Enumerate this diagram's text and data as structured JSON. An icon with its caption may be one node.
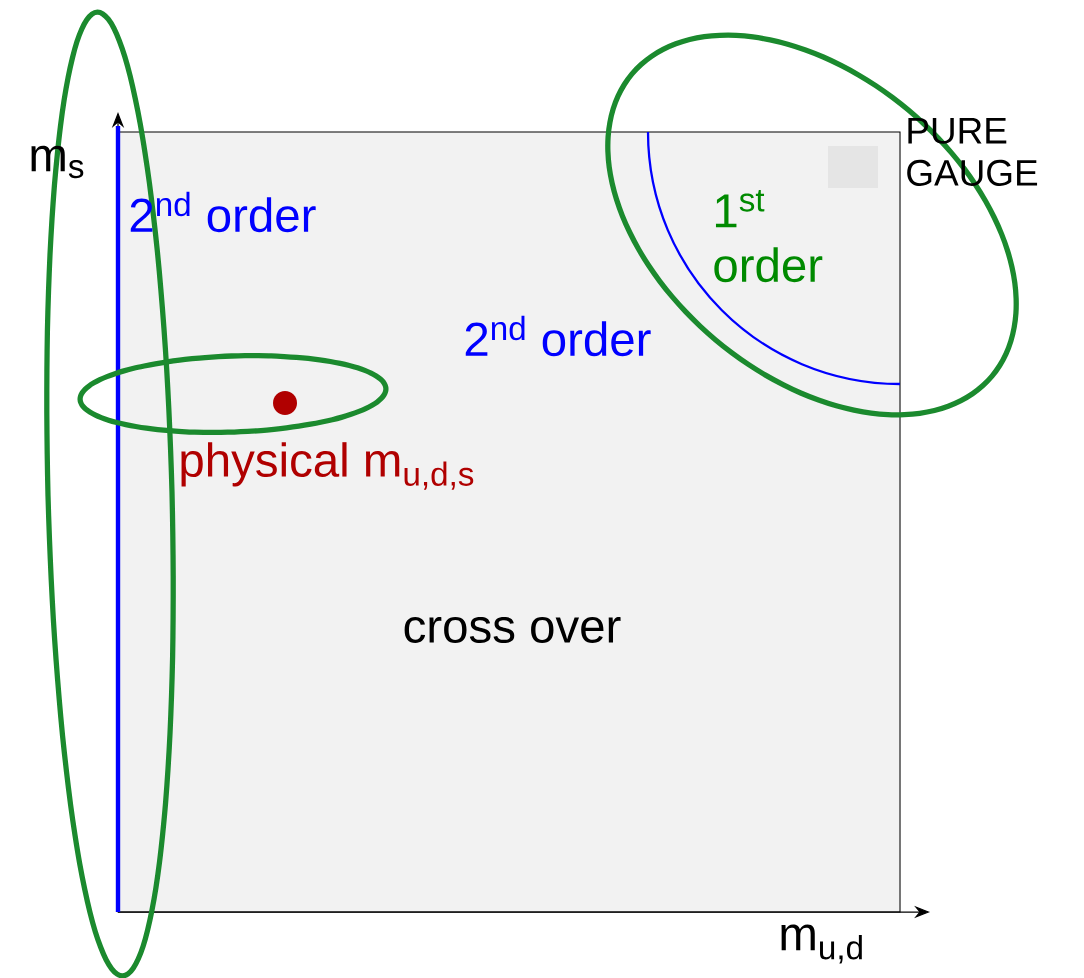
{
  "diagram": {
    "labels": [
      "m$_{s}$",
      "PURE GAUGE",
      "2$^{nd}$ order",
      "1$^{st}$ order",
      "2$^{nd}$ order",
      "physical m$_{u,d,s}$",
      "cross over",
      "m$_{u,d}$"
    ]
  }
}
